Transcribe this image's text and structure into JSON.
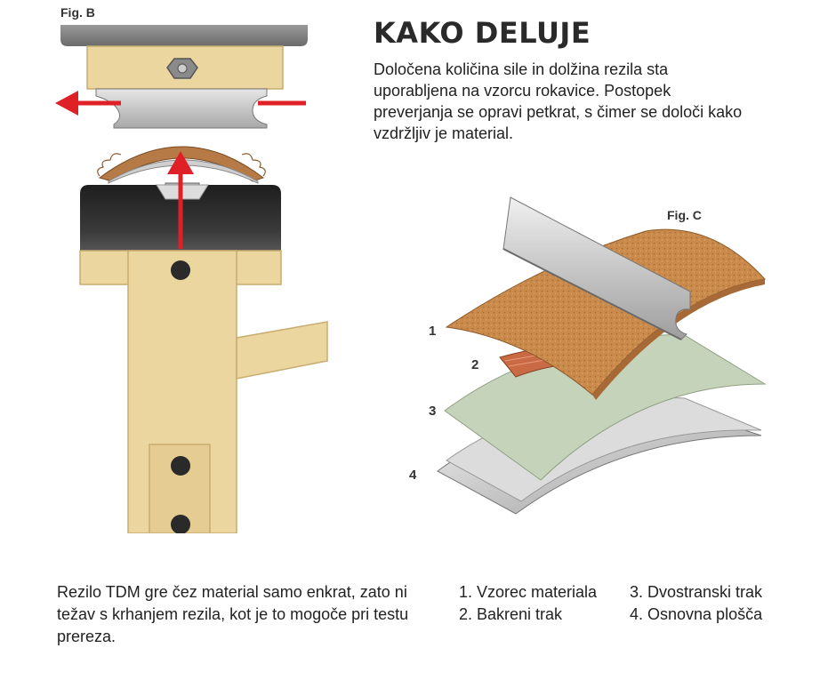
{
  "fig_b": {
    "label": "Fig. B"
  },
  "fig_c": {
    "label": "Fig. C"
  },
  "header": {
    "title": "KAKO DELUJE",
    "intro": "Določena količina sile in dolžina rezila sta uporabljena na vzorcu rokavice. Postopek preverjanja se opravi petkrat, s čimer se določi kako vzdržljiv je material."
  },
  "layers": [
    "1",
    "2",
    "3",
    "4"
  ],
  "footer": {
    "description": "Rezilo TDM gre čez material samo enkrat, zato ni težav s krhanjem rezila, kot je to mogoče pri testu prereza.",
    "legend": [
      "1. Vzorec materiala",
      "2. Bakreni trak",
      "3. Dvostranski trak",
      "4. Osnovna plošča"
    ]
  },
  "colors": {
    "wood": "#ecd6a0",
    "wood_edge": "#c8ac70",
    "arrow": "#e02027",
    "dark_block": "#2a2a2a",
    "steel": "#b8b8b8",
    "cork": "#c98a4b",
    "copper": "#c96a45",
    "green_tape": "#c6d3bb"
  }
}
